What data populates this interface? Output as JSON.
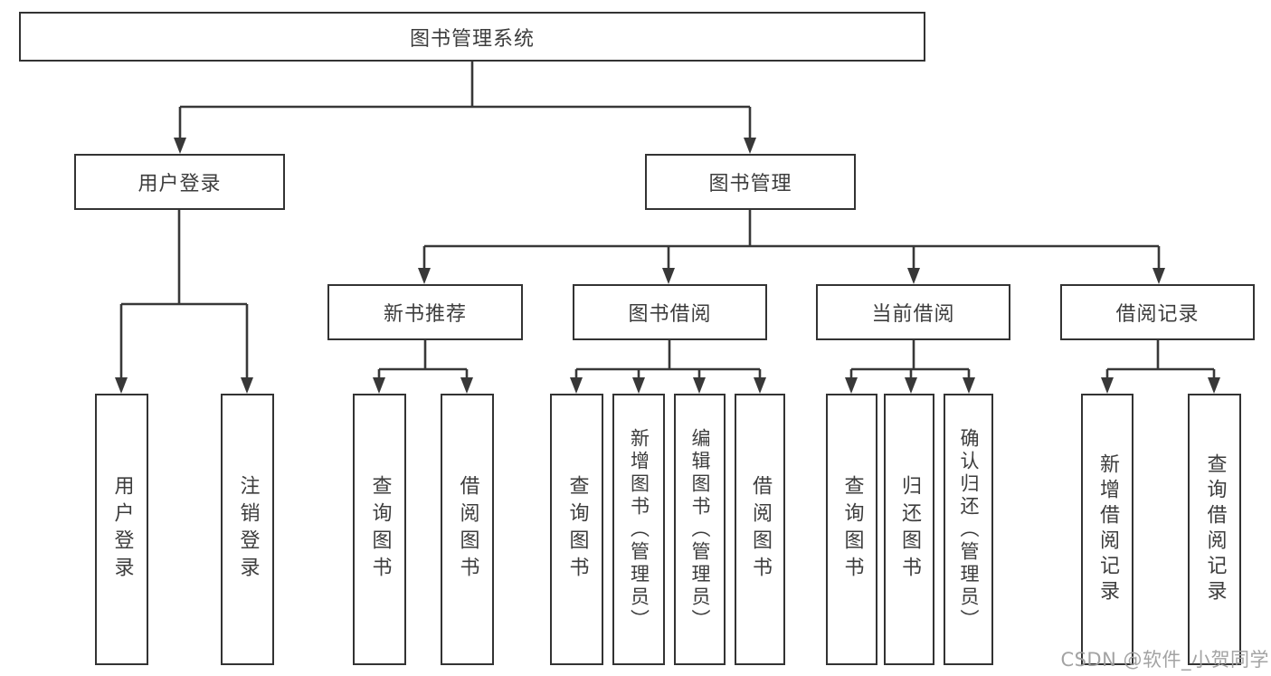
{
  "diagram": {
    "root": {
      "label": "图书管理系统"
    },
    "branches": [
      {
        "label": "用户登录",
        "children": [
          {
            "label": "用户登录"
          },
          {
            "label": "注销登录"
          }
        ]
      },
      {
        "label": "图书管理",
        "sections": [
          {
            "label": "新书推荐",
            "children": [
              {
                "label": "查询图书"
              },
              {
                "label": "借阅图书"
              }
            ]
          },
          {
            "label": "图书借阅",
            "children": [
              {
                "label": "查询图书"
              },
              {
                "label": "新增图书（管理员）"
              },
              {
                "label": "编辑图书（管理员）"
              },
              {
                "label": "借阅图书"
              }
            ]
          },
          {
            "label": "当前借阅",
            "children": [
              {
                "label": "查询图书"
              },
              {
                "label": "归还图书"
              },
              {
                "label": "确认归还（管理员）"
              }
            ]
          },
          {
            "label": "借阅记录",
            "children": [
              {
                "label": "新增借阅记录"
              },
              {
                "label": "查询借阅记录"
              }
            ]
          }
        ]
      }
    ],
    "watermark": {
      "text": "CSDN @软件_小贺同学"
    },
    "colors": {
      "line": "#383838",
      "box_border": "#333333",
      "text": "#3d3d3d",
      "watermark": "#9e9e9e",
      "background": "#ffffff"
    }
  }
}
